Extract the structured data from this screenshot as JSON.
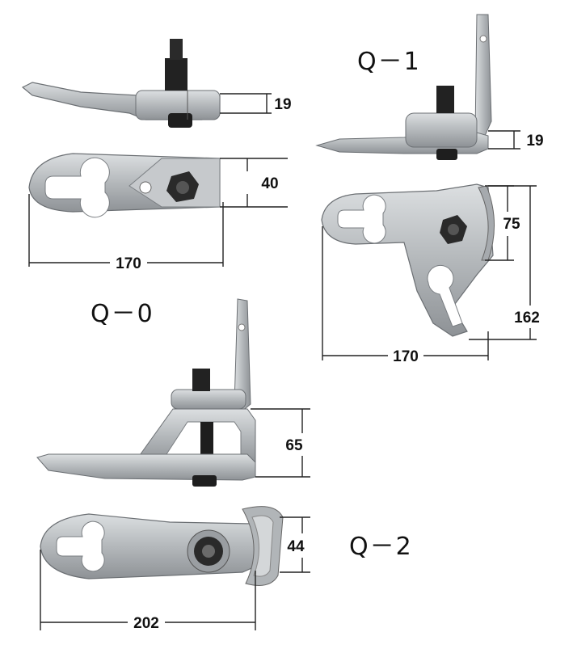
{
  "labels": {
    "q0": "Q－0",
    "q1": "Q－1",
    "q2": "Q－2"
  },
  "dims": {
    "q0_thickness": "19",
    "q0_width": "40",
    "q0_length": "170",
    "q1_thickness": "19",
    "q1_width": "75",
    "q1_height": "162",
    "q1_length": "170",
    "q2_height": "65",
    "q2_width": "44",
    "q2_length": "202"
  },
  "colors": {
    "metal": "#b9bcbf",
    "metal_dark": "#8a8e92",
    "bolt": "#1e1e1e"
  }
}
